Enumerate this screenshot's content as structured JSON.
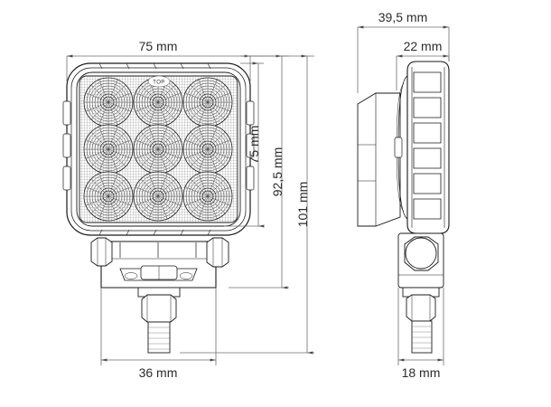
{
  "drawing": {
    "title": "LED work lamp dimensional drawing",
    "background_color": "#ffffff",
    "line_color": "#1a1a1a",
    "dimension_line_color": "#6e6e6e",
    "text_color": "#2b2b2b",
    "marking_label": "TOP",
    "views": [
      {
        "name": "front-view",
        "label": ""
      },
      {
        "name": "side-view",
        "label": ""
      }
    ]
  },
  "dimensions": {
    "front_width": "75 mm",
    "front_height": "75 mm",
    "height_to_bracket": "92,5 mm",
    "total_height": "101 mm",
    "base_width": "36 mm",
    "side_depth": "39,5 mm",
    "housing_depth": "22 mm",
    "base_depth": "18 mm"
  },
  "lens": {
    "rows": 3,
    "columns": 3,
    "count": 9
  }
}
